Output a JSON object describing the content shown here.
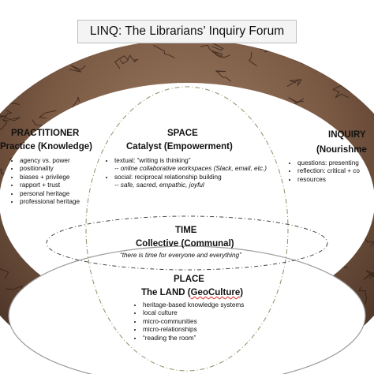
{
  "title": "LINQ: The Librarians’ Inquiry Forum",
  "practitioner": {
    "heading": "PRACTITIONER",
    "subheading": "Practice (Knowledge)",
    "items": [
      "agency vs. power",
      "positionality",
      "biases + privilege",
      "rapport + trust",
      "personal heritage",
      "professional heritage"
    ]
  },
  "space": {
    "heading": "SPACE",
    "subheading": "Catalyst (Empowerment)",
    "items": [
      {
        "text": "textual: “writing is thinking”",
        "note": "-- online collaborative workspaces (Slack, email, etc.)"
      },
      {
        "text": "social: reciprocal relationship building",
        "note": "-- safe, sacred, empathic, joyful"
      }
    ]
  },
  "inquiry": {
    "heading": "INQUIRY",
    "subheading": "(Nourishme",
    "items": [
      "questions: presenting",
      "reflection: critical + co",
      "resources"
    ]
  },
  "time": {
    "heading": "TIME",
    "subheading": "Collective (Communal)",
    "quote": "“there is time for everyone and everything”"
  },
  "place": {
    "heading": "PLACE",
    "subheading_pre": "The LAND (",
    "subheading_mark": "GeoCulture",
    "subheading_post": ")",
    "items": [
      "heritage-based knowledge systems",
      "local culture",
      "micro-communities",
      "micro-relationships",
      "“reading the room”"
    ]
  },
  "colors": {
    "earth_dark": "#4a3326",
    "earth_mid": "#7b5a44",
    "earth_light": "#a0806a",
    "crack": "#2a1a12",
    "dash_lines": "#8f8f6a"
  }
}
